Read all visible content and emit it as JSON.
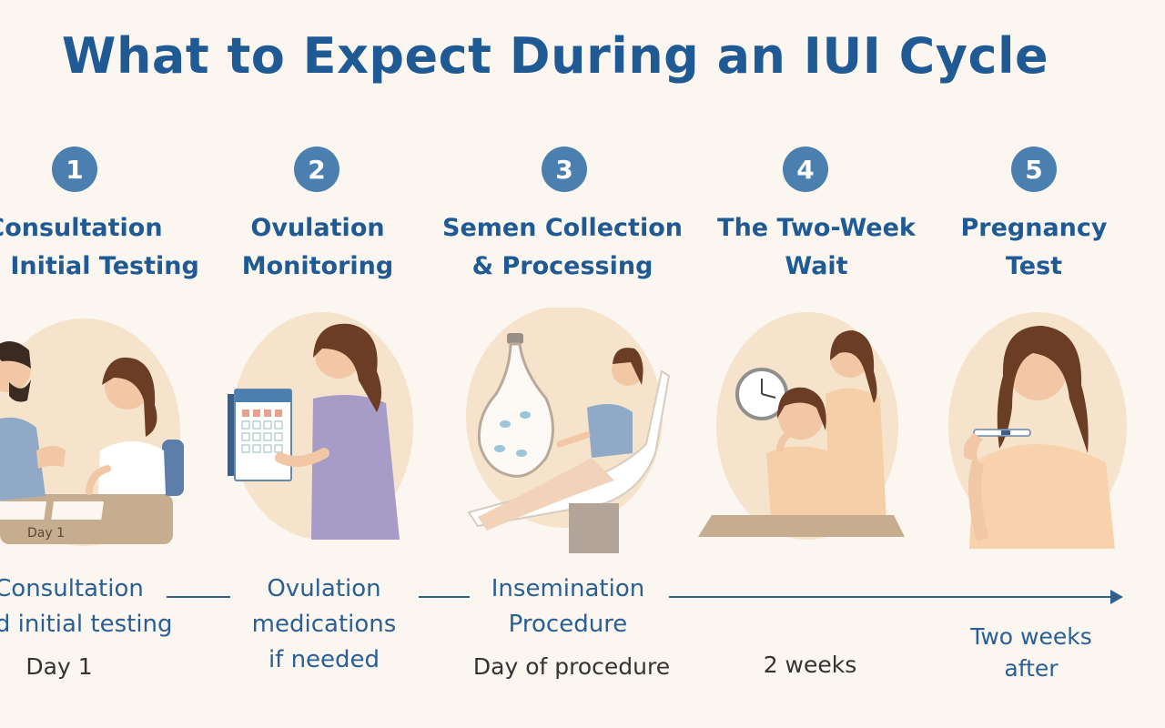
{
  "title": "What to Expect During an IUI Cycle",
  "steps": [
    {
      "number": "1",
      "title_line1": "Consultation",
      "title_line2": "and Initial Testing",
      "desc_line1": "Consultation",
      "desc_line2": "and initial testing",
      "desc_line3": "",
      "timing": "Day 1",
      "illustration_label": "Day 1"
    },
    {
      "number": "2",
      "title_line1": "Ovulation",
      "title_line2": "Monitoring",
      "desc_line1": "Ovulation",
      "desc_line2": "medications",
      "desc_line3": "if needed",
      "timing": ""
    },
    {
      "number": "3",
      "title_line1": "Semen Collection",
      "title_line2": "& Processing",
      "desc_line1": "Insemination",
      "desc_line2": "Procedure",
      "desc_line3": "",
      "timing": "Day of procedure"
    },
    {
      "number": "4",
      "title_line1": "The Two-Week",
      "title_line2": "Wait",
      "desc_line1": "",
      "desc_line2": "",
      "desc_line3": "",
      "timing": "2 weeks"
    },
    {
      "number": "5",
      "title_line1": "Pregnancy",
      "title_line2": "Test",
      "desc_line1": "",
      "desc_line2": "",
      "desc_line3": "",
      "timing_line1": "Two weeks",
      "timing_line2": "after"
    }
  ],
  "colors": {
    "accent": "#1f5a94",
    "badge": "#4a7fb0",
    "background": "#fbf6ef"
  }
}
